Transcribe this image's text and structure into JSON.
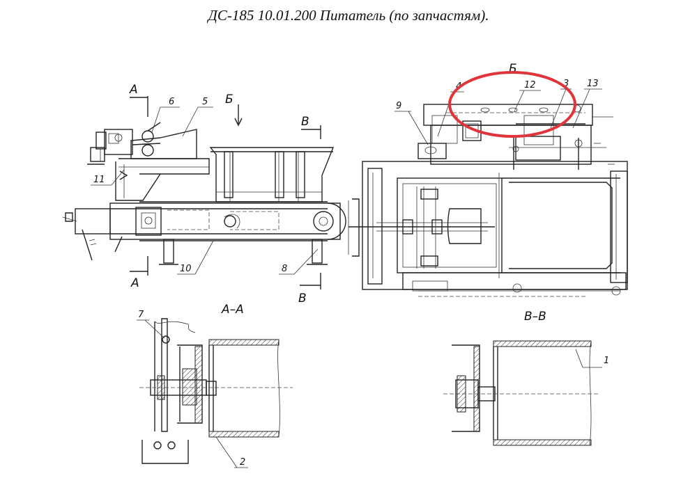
{
  "title": "ДС-185 10.01.200 Питатель (по запчастям).",
  "section_marks": {
    "a_top": "А",
    "a_bottom": "А",
    "b_top": "Б",
    "b_view": "Б",
    "v_top": "В",
    "v_bottom": "В",
    "section_aa": "А–А",
    "section_vv": "В–В"
  },
  "part_numbers": {
    "p1": "1",
    "p2": "2",
    "p3": "3",
    "p4": "4",
    "p5": "5",
    "p6": "6",
    "p7": "7",
    "p8": "8",
    "p9": "9",
    "p10": "10",
    "p11": "11",
    "p12": "12",
    "p13": "13"
  },
  "highlight_color": "#e0333a"
}
